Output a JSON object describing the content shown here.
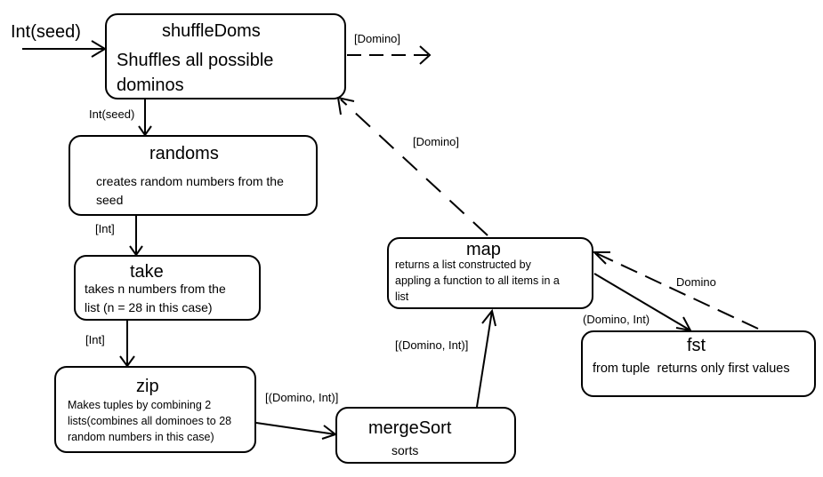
{
  "input": {
    "label": "Int(seed)"
  },
  "nodes": {
    "shuffleDoms": {
      "title": "shuffleDoms",
      "desc": [
        "Shuffles all possible",
        "dominos"
      ]
    },
    "randoms": {
      "title": "randoms",
      "desc": [
        "creates random numbers from the",
        "seed"
      ]
    },
    "take": {
      "title": "take",
      "desc": [
        "takes n numbers from the",
        "list (n = 28 in this case)"
      ]
    },
    "zip": {
      "title": "zip",
      "desc": [
        "Makes tuples by combining 2",
        "lists(combines all dominoes to 28",
        "random numbers in this case)"
      ]
    },
    "mergeSort": {
      "title": "mergeSort",
      "desc": [
        "sorts"
      ]
    },
    "map": {
      "title": "map",
      "desc": [
        "returns a list constructed by",
        "appling a function to all items in a",
        "list"
      ]
    },
    "fst": {
      "title": "fst",
      "desc": [
        "from tuple  returns only first values"
      ]
    }
  },
  "edges": {
    "shuffle_out": "[Domino]",
    "shuffle_to_randoms": "Int(seed)",
    "map_to_shuffle": "[Domino]",
    "randoms_to_take": "[Int]",
    "take_to_zip": "[Int]",
    "zip_to_mergesort": "[(Domino, Int)]",
    "mergesort_to_map": "[(Domino, Int)]",
    "map_to_fst": "(Domino, Int)",
    "fst_to_map": "Domino"
  }
}
